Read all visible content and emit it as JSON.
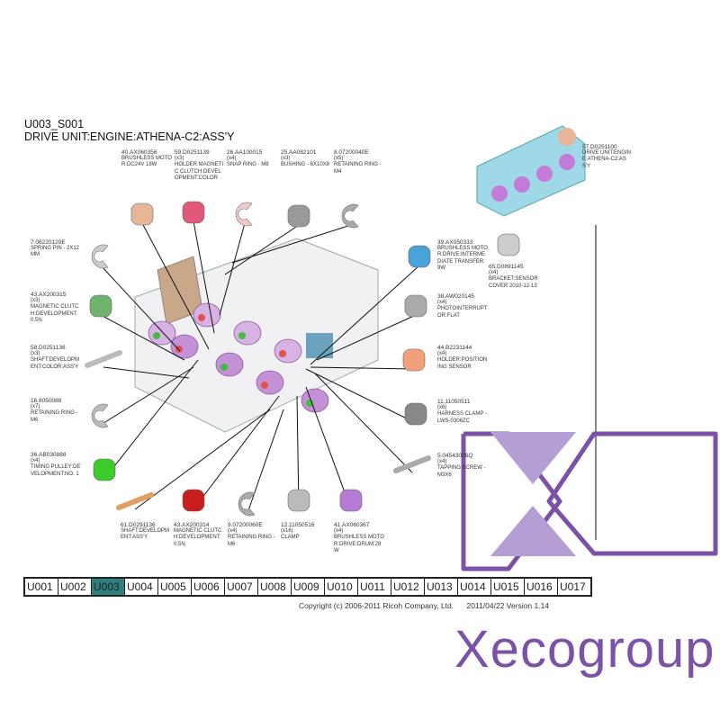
{
  "header": {
    "code": "U003_S001",
    "title": "DRIVE UNIT:ENGINE:ATHENA-C2:ASS'Y"
  },
  "parts": [
    {
      "num": "40.AX060356",
      "qty": "",
      "name": "BRUSHLESS MOTOR:DC24V 18W",
      "color": "#e9b597"
    },
    {
      "num": "59.D0251139",
      "qty": "(x3)",
      "name": "HOLDER:MAGNETIC CLUTCH:DEVELOPMENT:COLOR",
      "color": "#e0587a"
    },
    {
      "num": "26.AA100015",
      "qty": "(x4)",
      "name": "SNAP RING - M8",
      "color": "#f1c9c9"
    },
    {
      "num": "25.AA082101",
      "qty": "(x3)",
      "name": "BUSHING - 6X10X8",
      "color": "#999999"
    },
    {
      "num": "8.07200040E",
      "qty": "(x5)",
      "name": "RETAINING RING - M4",
      "color": "#aaaaaa"
    },
    {
      "num": "57.D0251100",
      "qty": "",
      "name": "DRIVE UNIT:ENGINE:ATHENA-C2:ASS'Y",
      "color": "#66c6d6"
    },
    {
      "num": "7.06220120E",
      "qty": "",
      "name": "SPRING PIN - 2X12 MM",
      "color": "#cccccc"
    },
    {
      "num": "39.AX050333",
      "qty": "",
      "name": "BRUSHLESS MOTOR:DRIVE:INTERMEDIATE TRANSFER:9W",
      "color": "#4aa3d8"
    },
    {
      "num": "65.D0891145",
      "qty": "(x4)",
      "name": "BRACKET:SENSOR COVER 2010-12-13",
      "color": "#cccccc"
    },
    {
      "num": "43.AX200315",
      "qty": "(x3)",
      "name": "MAGNETIC CLUTCH:DEVELOPMENT:0.5N",
      "color": "#6fb36f"
    },
    {
      "num": "38.AW020145",
      "qty": "(x4)",
      "name": "PHOTOINTERRUPTOR:FLAT",
      "color": "#aaaaaa"
    },
    {
      "num": "58.D0251136",
      "qty": "(x3)",
      "name": "SHAFT:DEVELOPMENT:COLOR:ASS'Y",
      "color": "#bbbbbb"
    },
    {
      "num": "44.B2231144",
      "qty": "(x4)",
      "name": "HOLDER:POSITIONING SENSOR",
      "color": "#f2a07a"
    },
    {
      "num": "16.8050088",
      "qty": "(x7)",
      "name": "RETAINING RING - M6",
      "color": "#bbbbbb"
    },
    {
      "num": "11.11050511",
      "qty": "(x6)",
      "name": "HARNESS CLAMP - LWS-0306ZC",
      "color": "#888888"
    },
    {
      "num": "36.AB030888",
      "qty": "(x4)",
      "name": "TIMING PULLEY:DEVELOPMENT:NO. 1",
      "color": "#3ecb2e"
    },
    {
      "num": "5.04543006Q",
      "qty": "(x4)",
      "name": "TAPPING SCREW - M3X6",
      "color": "#aaaaaa"
    },
    {
      "num": "61.D0291136",
      "qty": "",
      "name": "SHAFT:DEVELOPMENT:ASS'Y",
      "color": "#e0a060"
    },
    {
      "num": "43.AX200314",
      "qty": "",
      "name": "MAGNETIC CLUTCH:DEVELOPMENT:0.5N",
      "color": "#c81e1e"
    },
    {
      "num": "9.07200060E",
      "qty": "(x4)",
      "name": "RETAINING RING - M6",
      "color": "#aaaaaa"
    },
    {
      "num": "12.11050516",
      "qty": "(x16)",
      "name": "CLAMP",
      "color": "#bbbbbb"
    },
    {
      "num": "41.AX060367",
      "qty": "(x4)",
      "name": "BRUSHLESS MOTOR:DRIVE:DRUM:28W",
      "color": "#b77bd6"
    }
  ],
  "tabs": [
    "U001",
    "U002",
    "U003",
    "U004",
    "U005",
    "U006",
    "U007",
    "U008",
    "U009",
    "U010",
    "U011",
    "U012",
    "U013",
    "U014",
    "U015",
    "U016",
    "U017"
  ],
  "selected_tab": "U003",
  "footer": {
    "copyright": "Copyright (c) 2006-2011 Ricoh Company, Ltd.",
    "version": "2011/04/22 Version 1.14"
  },
  "watermark": {
    "text": "Xecogroup",
    "color": "#7b52a8",
    "light": "#b59ed3"
  }
}
